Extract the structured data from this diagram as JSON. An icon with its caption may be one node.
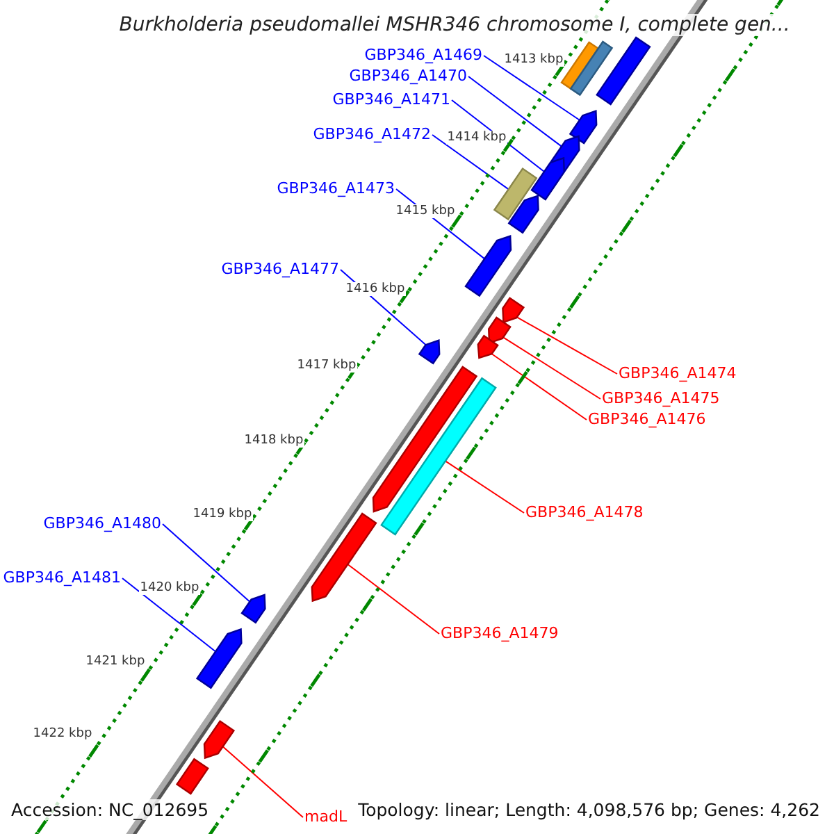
{
  "diagram": {
    "title": "Burkholderia pseudomallei MSHR346 chromosome I, complete gen...",
    "nodes": [
      {
        "text": [
          "GBP346_A1469"
        ]
      },
      {
        "text": [],
        "shape": "arrow"
      },
      {
        "text": [
          "GBP346_A1470"
        ]
      },
      {
        "text": [],
        "shape": "arrow"
      },
      {
        "text": [
          "GBP346_A1471"
        ]
      },
      {
        "text": [],
        "shape": "arrow"
      },
      {
        "text": [
          "GBP346_A1472"
        ]
      },
      {
        "text": [],
        "shape": "box"
      },
      {
        "text": [
          "GBP346_A1473"
        ]
      },
      {
        "text": [],
        "shape": "arrow"
      },
      {
        "text": [
          "GBP346_A1477"
        ]
      },
      {
        "text": [],
        "shape": "arrow"
      },
      {
        "text": [
          "GBP346_A1474"
        ]
      },
      {
        "text": [],
        "shape": "arrow"
      },
      {
        "text": [
          "GBP346_A1475"
        ]
      },
      {
        "text": [],
        "shape": "arrow"
      },
      {
        "text": [
          "GBP346_A1476"
        ]
      },
      {
        "text": [],
        "shape": "arrow"
      },
      {
        "text": [
          "GBP346_A1478"
        ]
      },
      {
        "text": [],
        "shape": "box"
      },
      {
        "text": [
          "GBP346_A1480"
        ]
      },
      {
        "text": [],
        "shape": "arrow"
      },
      {
        "text": [
          "GBP346_A1481"
        ]
      },
      {
        "text": [],
        "shape": "arrow"
      },
      {
        "text": [
          "GBP346_A1479"
        ]
      },
      {
        "text": [],
        "shape": "arrow"
      },
      {
        "text": [
          "madL"
        ]
      },
      {
        "text": [],
        "shape": "arrow"
      },
      {
        "text": [],
        "shape": "box"
      },
      {
        "text": [],
        "shape": "box"
      },
      {
        "text": [],
        "shape": "arrow"
      },
      {
        "text": [],
        "shape": "arrow"
      },
      {
        "text": [],
        "shape": "arrow"
      },
      {
        "text": [],
        "shape": "arrow"
      }
    ],
    "edges": [
      {
        "from": 0,
        "to": 1,
        "arrow": "none"
      },
      {
        "from": 2,
        "to": 3,
        "arrow": "none"
      },
      {
        "from": 4,
        "to": 5,
        "arrow": "none"
      },
      {
        "from": 6,
        "to": 7,
        "arrow": "none"
      },
      {
        "from": 8,
        "to": 9,
        "arrow": "none"
      },
      {
        "from": 10,
        "to": 11,
        "arrow": "none"
      },
      {
        "from": 12,
        "to": 13,
        "arrow": "none",
        "color": "#ff0000"
      },
      {
        "from": 14,
        "to": 15,
        "arrow": "none",
        "color": "#ff0000"
      },
      {
        "from": 16,
        "to": 17,
        "arrow": "none",
        "color": "#ff0000"
      },
      {
        "from": 18,
        "to": 19,
        "arrow": "none",
        "color": "#ff0000"
      },
      {
        "from": 20,
        "to": 21,
        "arrow": "none"
      },
      {
        "from": 22,
        "to": 23,
        "arrow": "none"
      },
      {
        "from": 24,
        "to": 25,
        "arrow": "none",
        "color": "#ff0000"
      },
      {
        "from": 26,
        "to": 27,
        "arrow": "none",
        "color": "#ff0000"
      }
    ],
    "labels": [
      "1413 kbp",
      "1414 kbp",
      "1415 kbp",
      "1416 kbp",
      "1417 kbp",
      "1418 kbp",
      "1419 kbp",
      "1420 kbp",
      "1421 kbp",
      "1422 kbp",
      "Accession: NC_012695",
      "Topology: linear; Length: 4,098,576 bp; Genes: 4,262"
    ]
  }
}
